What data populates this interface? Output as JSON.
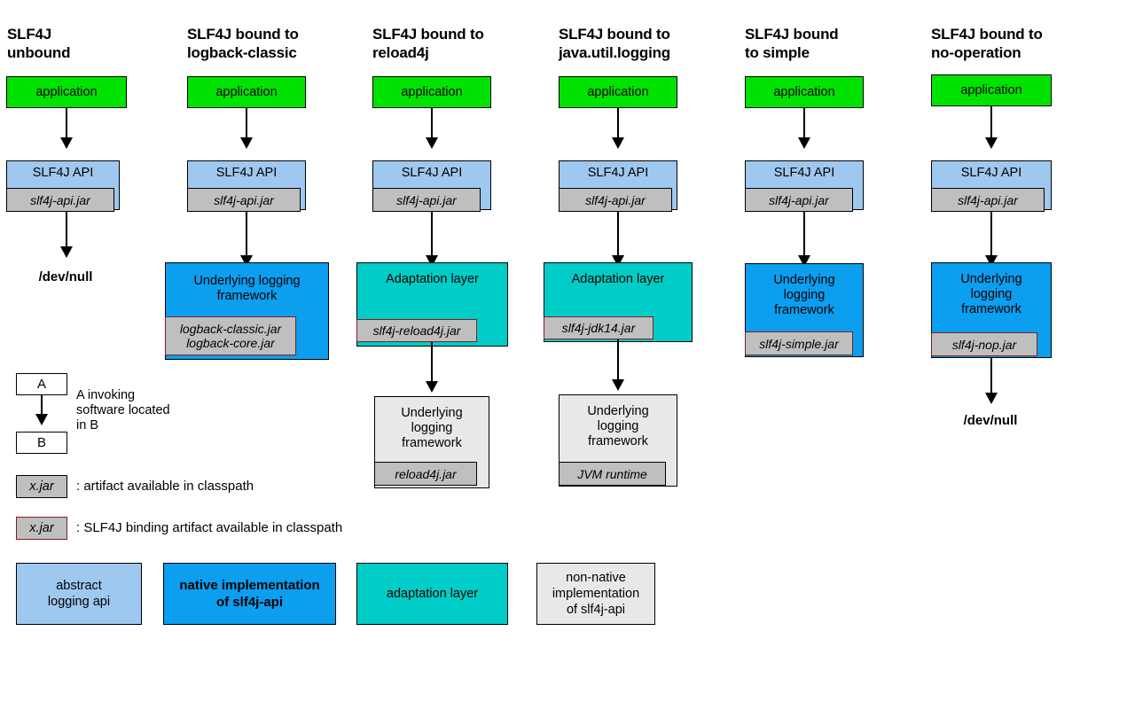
{
  "diagram": {
    "title": "SLF4J binding diagram",
    "colors": {
      "application": "#00e300",
      "abstract_api": "#9fc8f0",
      "native_impl": "#0c9eef",
      "adaptation": "#00cdc7",
      "non_native": "#e8e8e8",
      "jar_fill": "#bfbfbf",
      "binding_border": "#7e2020"
    },
    "columns": [
      {
        "title": "SLF4J\nunbound",
        "boxes": [
          {
            "label": "application",
            "kind": "green"
          },
          {
            "label": "SLF4J API",
            "kind": "lblue",
            "jar": "slf4j-api.jar",
            "jar_binding": false
          },
          {
            "label": "/dev/null",
            "kind": "terminal"
          }
        ]
      },
      {
        "title": "SLF4J bound to\nlogback-classic",
        "boxes": [
          {
            "label": "application",
            "kind": "green"
          },
          {
            "label": "SLF4J API",
            "kind": "lblue",
            "jar": "slf4j-api.jar",
            "jar_binding": false
          },
          {
            "label": "Underlying logging\nframework",
            "kind": "blue",
            "jar": "logback-classic.jar\nlogback-core.jar",
            "jar_binding": true
          }
        ]
      },
      {
        "title": "SLF4J bound to\nreload4j",
        "boxes": [
          {
            "label": "application",
            "kind": "green"
          },
          {
            "label": "SLF4J API",
            "kind": "lblue",
            "jar": "slf4j-api.jar",
            "jar_binding": false
          },
          {
            "label": "Adaptation layer",
            "kind": "teal",
            "jar": "slf4j-reload4j.jar",
            "jar_binding": true
          },
          {
            "label": "Underlying\nlogging\nframework",
            "kind": "gray",
            "jar": "reload4j.jar",
            "jar_binding": false
          }
        ]
      },
      {
        "title": "SLF4J bound to\njava.util.logging",
        "boxes": [
          {
            "label": "application",
            "kind": "green"
          },
          {
            "label": "SLF4J API",
            "kind": "lblue",
            "jar": "slf4j-api.jar",
            "jar_binding": false
          },
          {
            "label": "Adaptation layer",
            "kind": "teal",
            "jar": "slf4j-jdk14.jar",
            "jar_binding": true
          },
          {
            "label": "Underlying\nlogging\nframework",
            "kind": "gray",
            "jar": "JVM runtime",
            "jar_binding": false
          }
        ]
      },
      {
        "title": "SLF4J bound\nto simple",
        "boxes": [
          {
            "label": "application",
            "kind": "green"
          },
          {
            "label": "SLF4J API",
            "kind": "lblue",
            "jar": "slf4j-api.jar",
            "jar_binding": false
          },
          {
            "label": "Underlying\nlogging\nframework",
            "kind": "blue",
            "jar": "slf4j-simple.jar",
            "jar_binding": true
          }
        ]
      },
      {
        "title": "SLF4J bound to\nno-operation",
        "boxes": [
          {
            "label": "application",
            "kind": "green"
          },
          {
            "label": "SLF4J API",
            "kind": "lblue",
            "jar": "slf4j-api.jar",
            "jar_binding": false
          },
          {
            "label": "Underlying\nlogging\nframework",
            "kind": "blue",
            "jar": "slf4j-nop.jar",
            "jar_binding": true
          },
          {
            "label": "/dev/null",
            "kind": "terminal"
          }
        ]
      }
    ],
    "legend": {
      "invocation": {
        "box_a": "A",
        "box_b": "B",
        "note": "A invoking\nsoftware located\nin B"
      },
      "artifact_key": {
        "sample": "x.jar",
        "description": ": artifact available in classpath"
      },
      "binding_key": {
        "sample": "x.jar",
        "description": ": SLF4J binding artifact available in classpath"
      },
      "swatches": [
        {
          "label": "abstract\nlogging api",
          "kind": "lblue",
          "bold": false
        },
        {
          "label": "native implementation\nof slf4j-api",
          "kind": "blue",
          "bold": true
        },
        {
          "label": "adaptation layer",
          "kind": "teal",
          "bold": false
        },
        {
          "label": "non-native\nimplementation\nof slf4j-api",
          "kind": "gray",
          "bold": false
        }
      ]
    }
  }
}
